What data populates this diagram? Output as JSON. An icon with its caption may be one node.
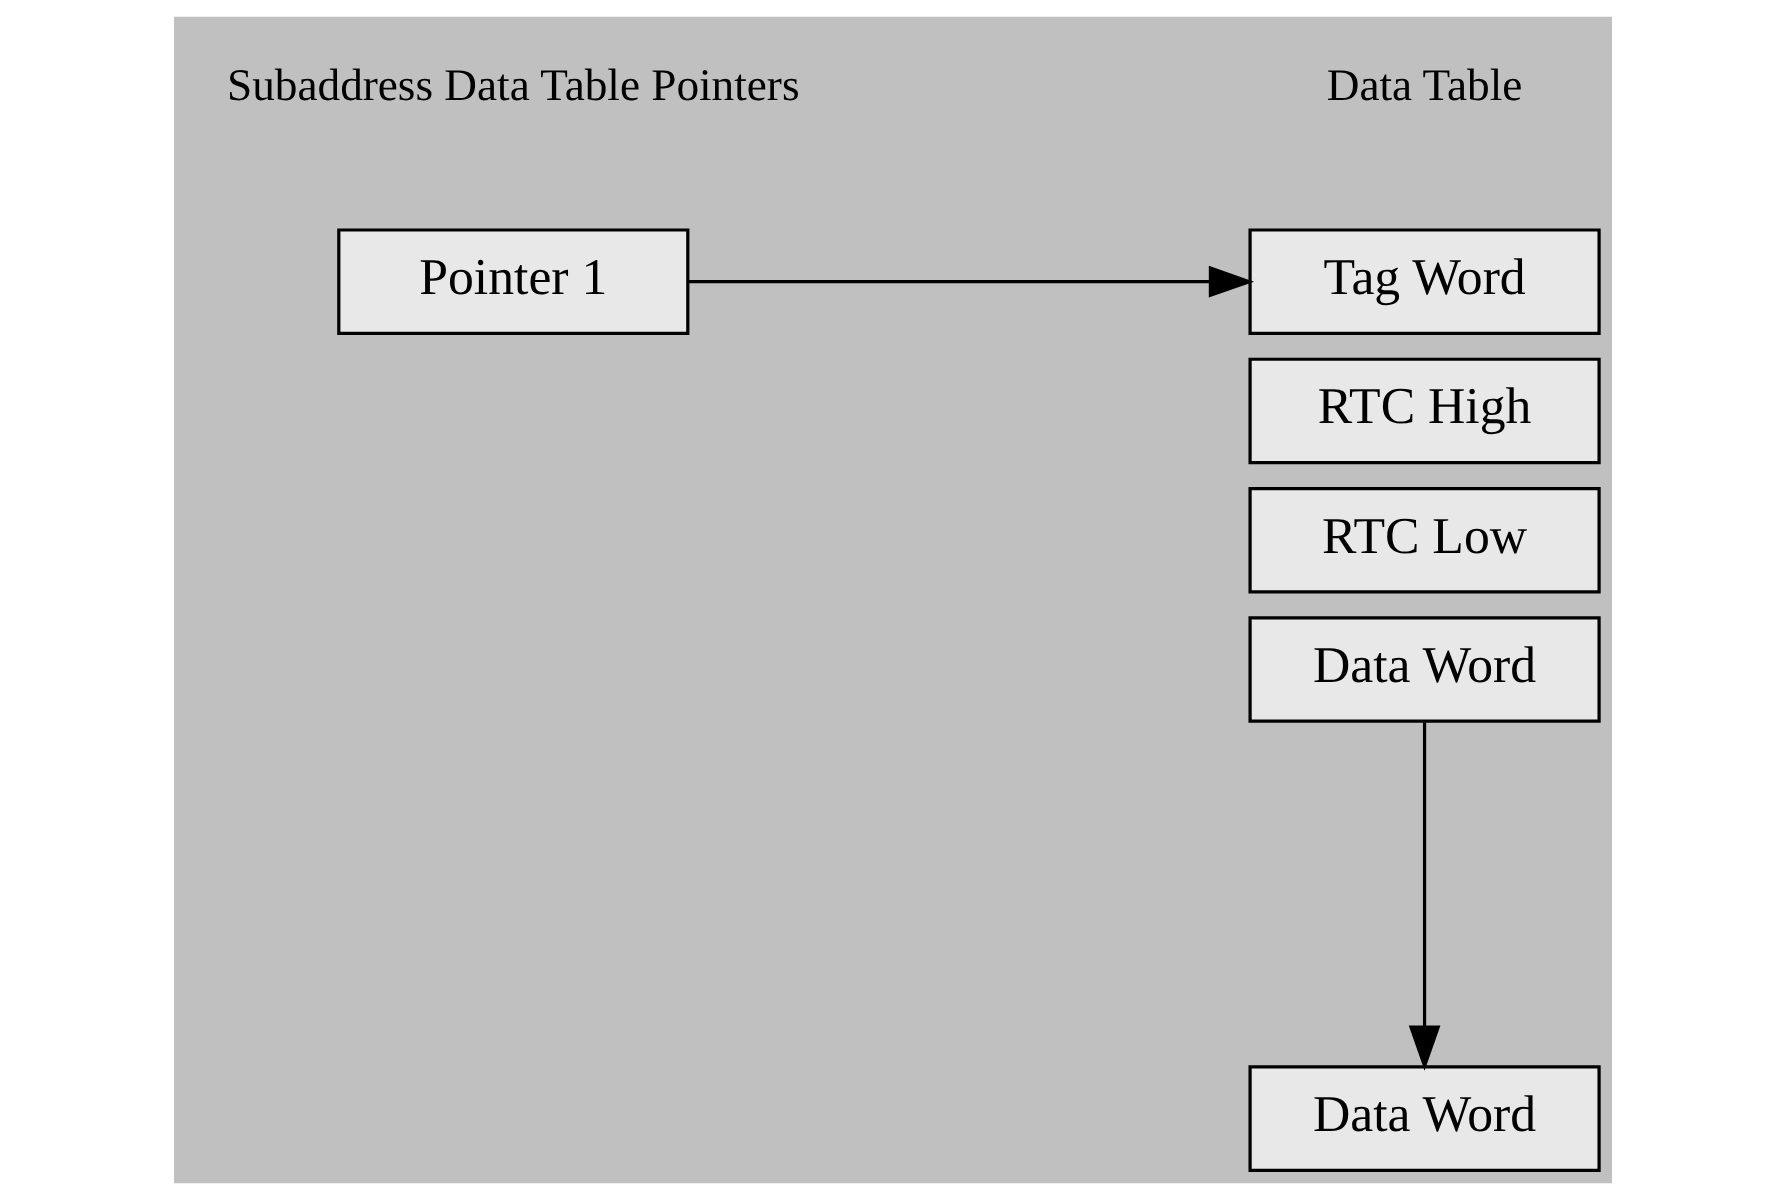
{
  "diagram": {
    "nodes": [
      {
        "text": [
          "Pointer 1"
        ]
      },
      {
        "text": [
          "Tag Word"
        ]
      },
      {
        "text": [
          "RTC High"
        ]
      },
      {
        "text": [
          "RTC Low"
        ]
      },
      {
        "text": [
          "Data Word"
        ]
      },
      {
        "text": [
          "Data Word"
        ]
      }
    ],
    "edges": [
      {
        "from": 0,
        "to": 1,
        "arrow": "to"
      },
      {
        "from": 4,
        "to": 5,
        "arrow": "to"
      }
    ],
    "labels": [
      "Subaddress Data Table Pointers",
      "Data Table"
    ]
  }
}
